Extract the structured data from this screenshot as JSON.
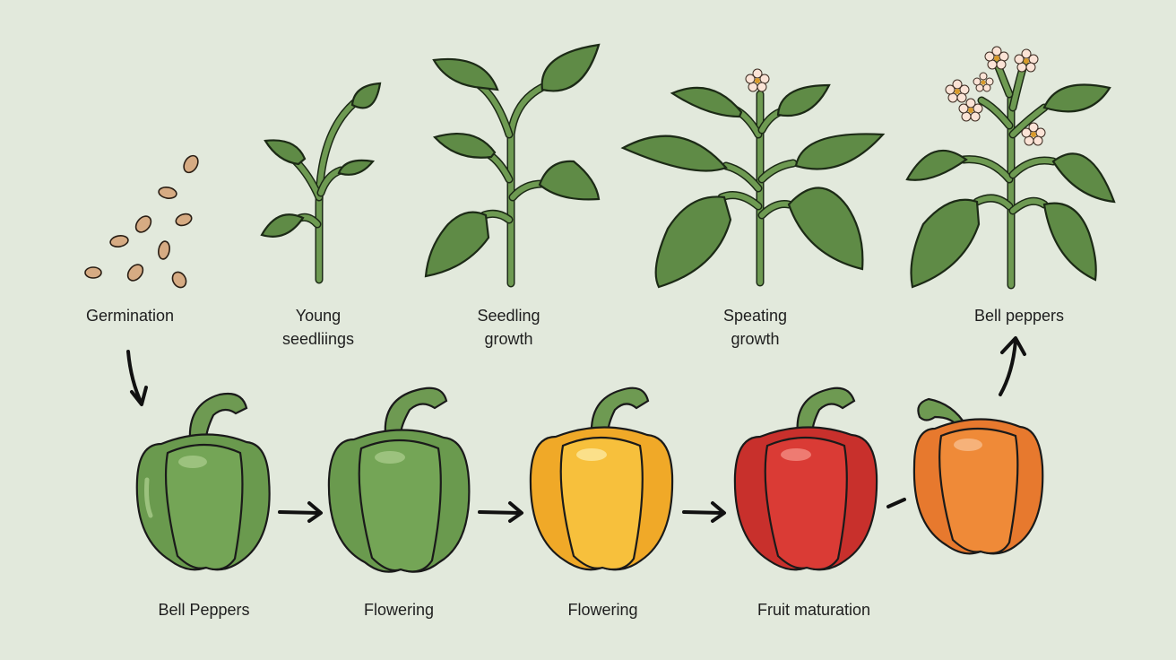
{
  "diagram": {
    "title": "",
    "background": "#e2e9dc",
    "top_row": [
      {
        "id": "germination",
        "label": "Germination",
        "visual": "seeds",
        "seed_count": 9
      },
      {
        "id": "young-seedlings",
        "label": "Young\nseedliings",
        "visual": "small-seedling",
        "leaf_count": 4
      },
      {
        "id": "seedling-growth",
        "label": "Seedling\ngrowth",
        "visual": "seedling",
        "leaf_count": 6
      },
      {
        "id": "speating-growth",
        "label": "Speating\ngrowth",
        "visual": "plant-with-bud",
        "leaf_count": 6,
        "flower_count": 1
      },
      {
        "id": "bell-peppers-top",
        "label": "Bell peppers",
        "visual": "flowering-plant",
        "leaf_count": 6,
        "flower_count": 6
      }
    ],
    "bottom_row": [
      {
        "id": "pepper-1",
        "label": "Bell Peppers",
        "color": "#6a9a4e"
      },
      {
        "id": "pepper-2",
        "label": "Flowering",
        "color": "#6a9a4e"
      },
      {
        "id": "pepper-3",
        "label": "Flowering",
        "color": "#f5b731"
      },
      {
        "id": "pepper-4",
        "label": "Fruit maturation",
        "color": "#d63a32"
      },
      {
        "id": "pepper-5",
        "label": "",
        "color": "#ef8a38"
      }
    ],
    "arrows": [
      {
        "from": "germination",
        "to": "pepper-1",
        "direction": "down"
      },
      {
        "from": "pepper-1",
        "to": "pepper-2",
        "direction": "right"
      },
      {
        "from": "pepper-2",
        "to": "pepper-3",
        "direction": "right"
      },
      {
        "from": "pepper-3",
        "to": "pepper-4",
        "direction": "right"
      },
      {
        "from": "pepper-4",
        "to": "pepper-5",
        "direction": "right",
        "style": "dash"
      },
      {
        "from": "pepper-5",
        "to": "bell-peppers-top",
        "direction": "up"
      }
    ],
    "colors": {
      "leaf": "#5f8b46",
      "stem": "#6e9a52",
      "seed": "#d6ab83",
      "outline": "#1c2a16"
    }
  }
}
